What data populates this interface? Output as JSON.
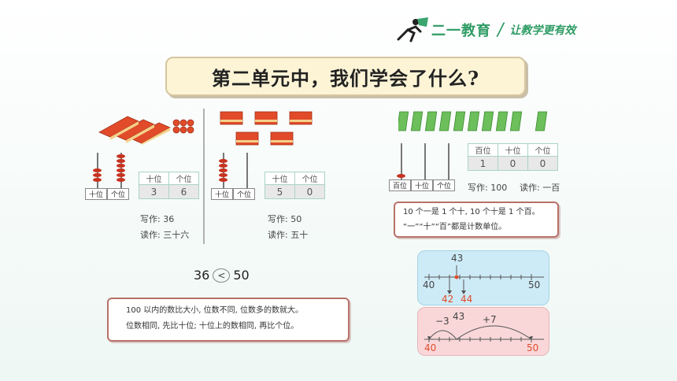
{
  "brand": {
    "name": "二一教育",
    "slogan": "让教学更有效",
    "accent_color": "#2d9b63"
  },
  "title": "第二单元中，我们学会了什么?",
  "left_example": {
    "abacus_labels": [
      "十位",
      "个位"
    ],
    "table_headers": [
      "十位",
      "个位"
    ],
    "table_values": [
      "3",
      "6"
    ],
    "write_label": "写作: 36",
    "read_label": "读作: 三十六"
  },
  "middle_example": {
    "abacus_labels": [
      "十位",
      "个位"
    ],
    "table_headers": [
      "十位",
      "个位"
    ],
    "table_values": [
      "5",
      "0"
    ],
    "write_label": "写作: 50",
    "read_label": "读作: 五十"
  },
  "right_example": {
    "abacus_labels": [
      "百位",
      "十位",
      "个位"
    ],
    "table_headers": [
      "百位",
      "十位",
      "个位"
    ],
    "table_values": [
      "1",
      "0",
      "0"
    ],
    "write_label": "写作: 100",
    "read_label": "读作: 一百"
  },
  "unit_note": {
    "line1": "10 个一是 1 个十, 10 个十是 1 个百。",
    "line2": "“一”“十”“百”都是计数单位。"
  },
  "compare": {
    "left": "36",
    "symbol": "<",
    "right": "50"
  },
  "rule_note": {
    "line1": "100 以内的数比大小, 位数不同, 位数多的数就大。",
    "line2": "位数相同, 先比十位; 十位上的数相同, 再比个位。"
  },
  "numline_top": {
    "marker": "43",
    "start": "40",
    "end": "50",
    "answer_left": "42",
    "answer_right": "44"
  },
  "numline_bottom": {
    "marker": "43",
    "minus": "−3",
    "plus": "+7",
    "start": "40",
    "end": "50"
  }
}
